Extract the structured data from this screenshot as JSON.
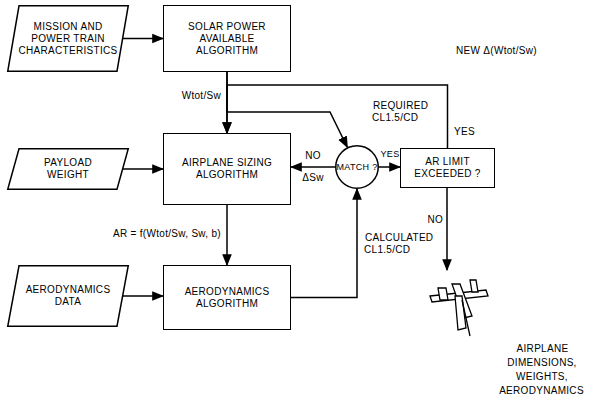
{
  "diagram": {
    "nodes": [
      {
        "text": [
          "MISSION AND POWER TRAIN CHARACTERISTICS"
        ]
      },
      {
        "text": [
          "SOLAR POWER AVAILABLE ALGORITHM"
        ]
      },
      {
        "text": [
          "PAYLOAD WEIGHT"
        ]
      },
      {
        "text": [
          "AIRPLANE SIZING ALGORITHM"
        ]
      },
      {
        "text": [
          "MATCH ?"
        ]
      },
      {
        "text": [
          "AR LIMIT EXCEEDED ?"
        ]
      },
      {
        "text": [
          "AERODYNAMICS DATA"
        ]
      },
      {
        "text": [
          "AERODYNAMICS ALGORITHM"
        ]
      }
    ],
    "edges": [
      {
        "from": 0,
        "to": 1,
        "arrow": "to"
      },
      {
        "from": 1,
        "to": 3,
        "arrow": "to",
        "label": "Wtot/Sw"
      },
      {
        "from": 1,
        "to": 4,
        "arrow": "to",
        "label": "REQUIRED CL1.5/CD"
      },
      {
        "from": 5,
        "to": 3,
        "arrow": "to",
        "label": "NEW Δ(Wtot/Sw)"
      },
      {
        "from": 2,
        "to": 3,
        "arrow": "to"
      },
      {
        "from": 3,
        "to": 7,
        "arrow": "to",
        "label": "AR = f(Wtot/Sw, Sw, b)"
      },
      {
        "from": 6,
        "to": 7,
        "arrow": "to"
      },
      {
        "from": 7,
        "to": 4,
        "arrow": "to",
        "label": "CALCULATED CL1.5/CD"
      },
      {
        "from": 4,
        "to": 3,
        "arrow": "to",
        "label": "NO"
      },
      {
        "from": 4,
        "to": 5,
        "arrow": "to",
        "label": "YES"
      }
    ],
    "labels": [
      "YES",
      "ΔSw",
      "NO",
      "AIRPLANE DIMENSIONS, WEIGHTS, AERODYNAMICS"
    ]
  }
}
